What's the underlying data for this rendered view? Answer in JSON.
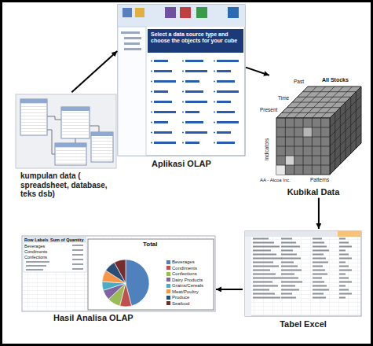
{
  "diagram": {
    "nodes": [
      {
        "text": [
          "kumpulan data ( spreadsheet, database, teks dsb)"
        ]
      },
      {
        "text": [
          "Aplikasi OLAP"
        ]
      },
      {
        "text": [
          "Kubikal Data"
        ]
      },
      {
        "text": [
          "Tabel Excel"
        ]
      },
      {
        "text": [
          "Hasil Analisa OLAP"
        ]
      }
    ],
    "edges": [
      {
        "from": 0,
        "to": 1,
        "arrow": "to"
      },
      {
        "from": 1,
        "to": 2,
        "arrow": "to"
      },
      {
        "from": 2,
        "to": 3,
        "arrow": "to"
      },
      {
        "from": 3,
        "to": 4,
        "arrow": "to"
      }
    ],
    "labels": [
      "Select a data source type and choose the objects for your cube",
      "All Stocks",
      "Past",
      "Time",
      "Present",
      "Indicators",
      "Patterns",
      "AA - Alcoa Inc.",
      "Row Labels",
      "Sum of Quantity",
      "Beverages",
      "Condiments",
      "Confections",
      "Total"
    ],
    "legend": [
      {
        "text": "Beverages",
        "color": "#4f81bd"
      },
      {
        "text": "Condiments",
        "color": "#c0504d"
      },
      {
        "text": "Confections",
        "color": "#9bbb59"
      },
      {
        "text": "Dairy Products",
        "color": "#8064a2"
      },
      {
        "text": "Grains/Cereals",
        "color": "#4bacc6"
      },
      {
        "text": "Meat/Poultry",
        "color": "#f79646"
      },
      {
        "text": "Produce",
        "color": "#2c4d75"
      },
      {
        "text": "Seafood",
        "color": "#772c2a"
      }
    ]
  }
}
